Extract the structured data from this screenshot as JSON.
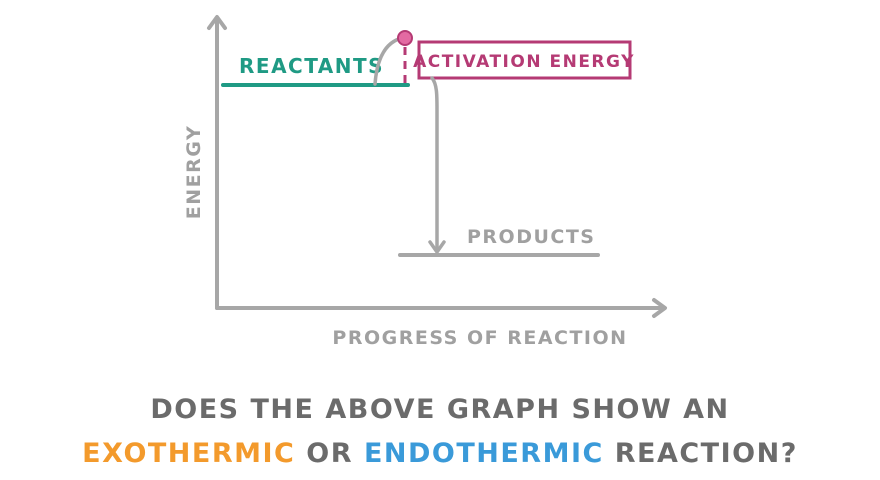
{
  "diagram": {
    "y_axis_label": "ENERGY",
    "x_axis_label": "PROGRESS OF REACTION",
    "reactants_label": "REACTANTS",
    "products_label": "PRODUCTS",
    "activation_label": "ACTIVATION ENERGY",
    "colors": {
      "axis": "#a7a7a7",
      "reactants": "#1f9a84",
      "activation": "#b53a74",
      "peak_fill": "#e36aa2",
      "products": "#a7a7a7",
      "text_gray": "#a0a0a0"
    }
  },
  "question": {
    "line1": "DOES THE ABOVE GRAPH SHOW AN",
    "exothermic": "EXOTHERMIC",
    "or_word": "OR",
    "endothermic": "ENDOTHERMIC",
    "end": "REACTION?",
    "colors": {
      "text": "#6b6b6b",
      "exothermic": "#f39a2c",
      "endothermic": "#3a9ad9"
    }
  }
}
